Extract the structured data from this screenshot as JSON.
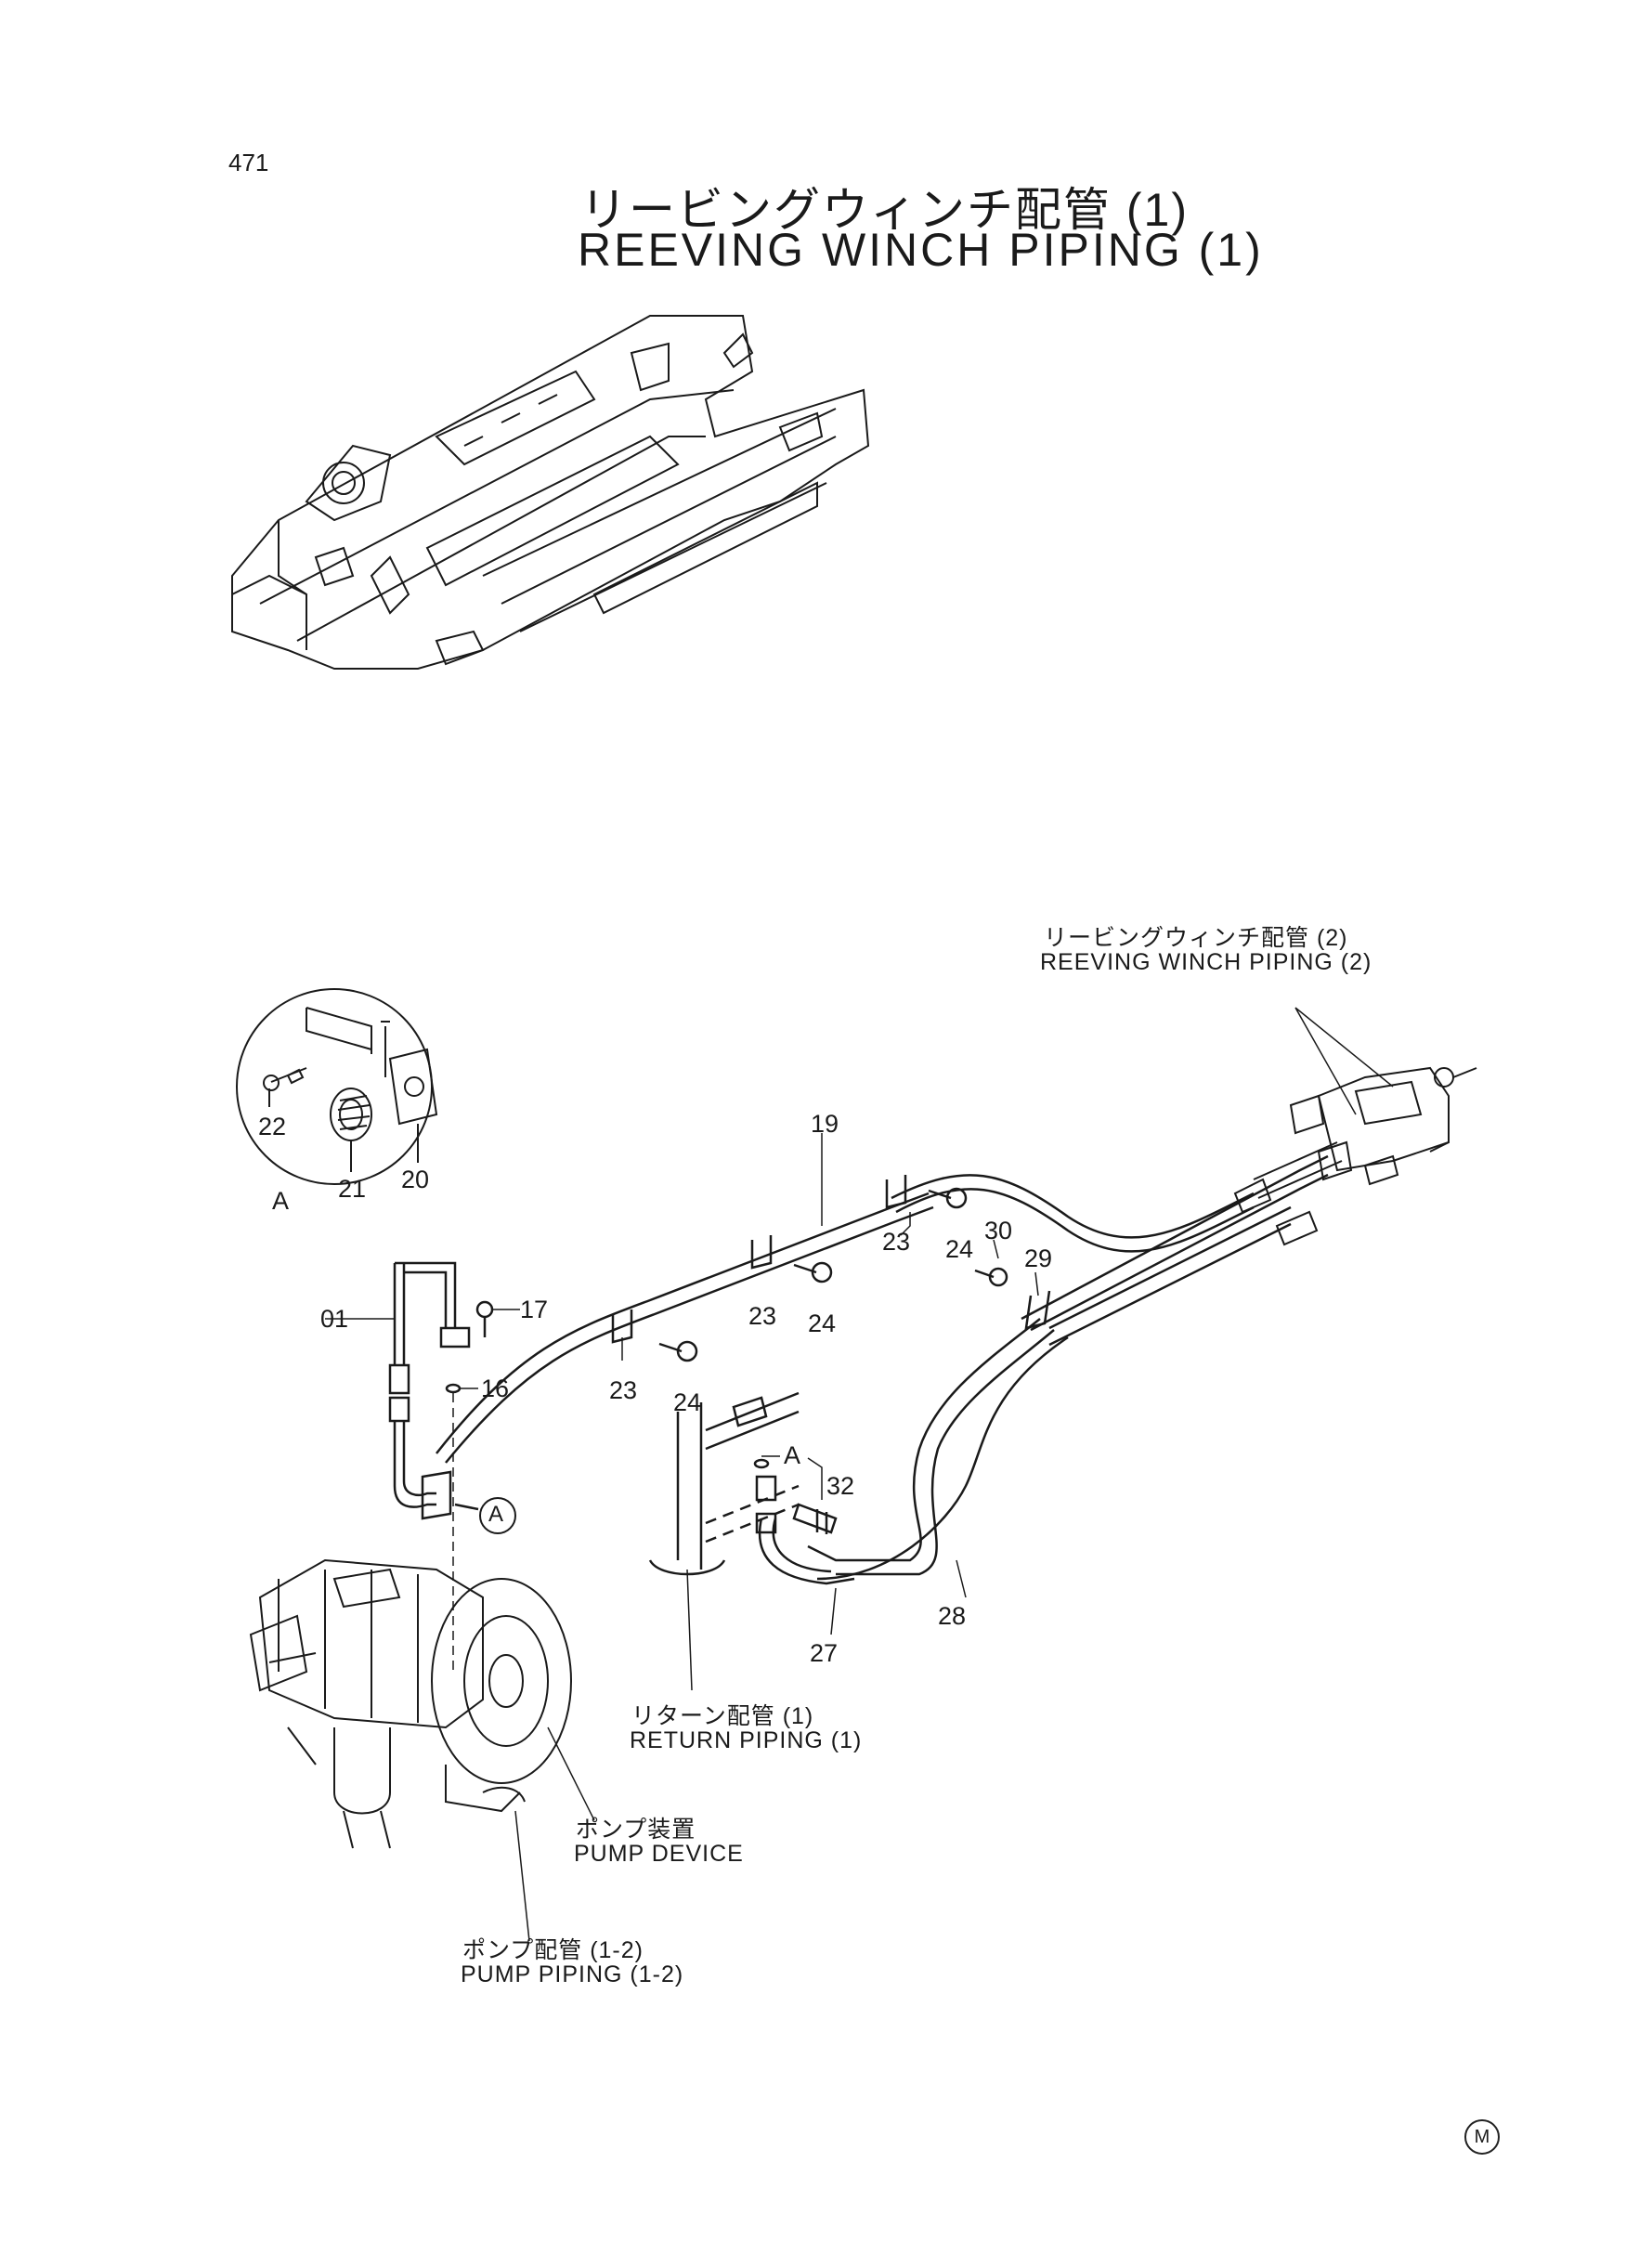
{
  "header": {
    "page_number": "471",
    "title_jp": "リービングウィンチ配管 (1)",
    "title_en": "REEVING WINCH PIPING (1)"
  },
  "references": {
    "reeving_piping_2_jp": "リービングウィンチ配管 (2)",
    "reeving_piping_2_en": "REEVING WINCH PIPING (2)",
    "return_piping_jp": "リターン配管 (1)",
    "return_piping_en": "RETURN PIPING (1)",
    "pump_device_jp": "ポンプ装置",
    "pump_device_en": "PUMP DEVICE",
    "pump_piping_jp": "ポンプ配管 (1-2)",
    "pump_piping_en": "PUMP PIPING (1-2)"
  },
  "detail_view": {
    "label": "A",
    "callout": "A",
    "parts": [
      "22",
      "21",
      "20"
    ]
  },
  "part_numbers": {
    "p01": "01",
    "p16": "16",
    "p17": "17",
    "p19": "19",
    "p23a": "23",
    "p23b": "23",
    "p23c": "23",
    "p24a": "24",
    "p24b": "24",
    "p24c": "24",
    "p27": "27",
    "p28": "28",
    "p29": "29",
    "p30": "30",
    "p32": "32",
    "pA": "A"
  },
  "footer": {
    "mark": "M"
  },
  "colors": {
    "line": "#1a1a1a",
    "background": "#ffffff"
  }
}
